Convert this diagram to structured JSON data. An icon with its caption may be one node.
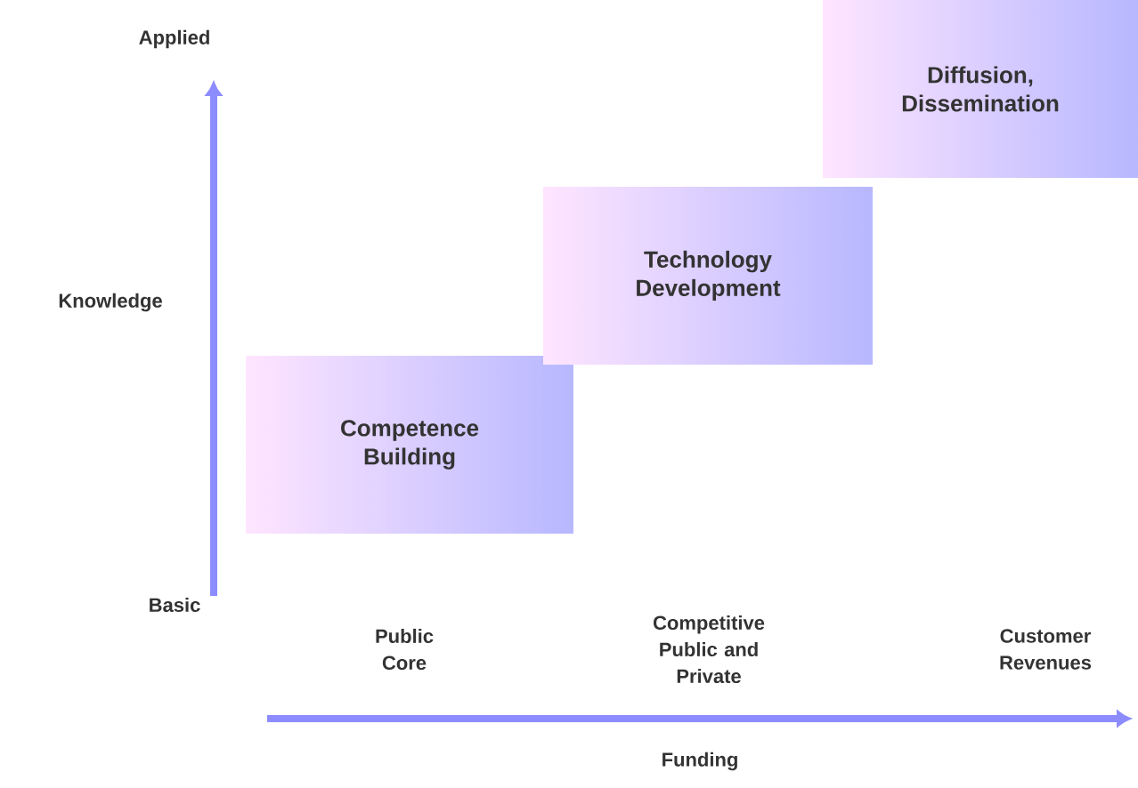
{
  "diagram": {
    "nodes": [
      {
        "text": [
          "Competence Building"
        ]
      },
      {
        "text": [
          "Technology Development"
        ]
      },
      {
        "text": [
          "Diffusion, Dissemination"
        ]
      }
    ],
    "labels": [
      "Applied",
      "Knowledge",
      "Basic",
      "Public Core",
      "Competitive Public and Private",
      "Customer Revenues",
      "Funding"
    ]
  }
}
